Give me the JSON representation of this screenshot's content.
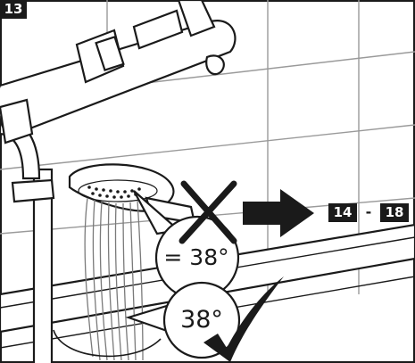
{
  "steps": {
    "current": "13",
    "next_range_from": "14",
    "next_range_separator": "-",
    "next_range_to": "18"
  },
  "callouts": {
    "top_reading": "= 38°",
    "bottom_reading": "38°"
  },
  "icons": {
    "incorrect": "cross-icon",
    "correct": "checkmark-icon",
    "proceed": "arrow-right-icon"
  },
  "colors": {
    "ink": "#1a1a1a",
    "paper": "#ffffff"
  }
}
